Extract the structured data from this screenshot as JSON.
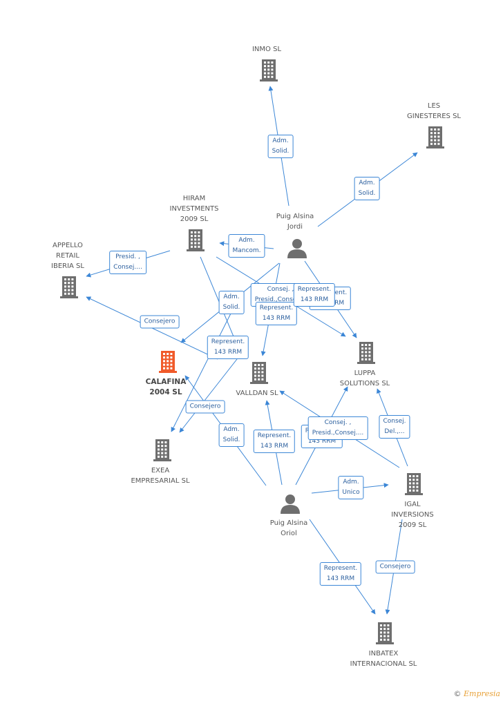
{
  "colors": {
    "edge": "#3b86d6",
    "building": "#6e6e6e",
    "building_main": "#f05a2a",
    "person": "#6e6e6e"
  },
  "nodes": [
    {
      "id": "inmo",
      "type": "company",
      "icon": "building-icon",
      "lines": [
        "INMO SL"
      ]
    },
    {
      "id": "ginesteres",
      "type": "company",
      "icon": "building-icon",
      "lines": [
        "LES",
        "GINESTERES SL"
      ]
    },
    {
      "id": "hiram",
      "type": "company",
      "icon": "building-icon",
      "lines": [
        "HIRAM",
        "INVESTMENTS",
        "2009 SL"
      ]
    },
    {
      "id": "appello",
      "type": "company",
      "icon": "building-icon",
      "lines": [
        "APPELLO",
        "RETAIL",
        "IBERIA SL"
      ]
    },
    {
      "id": "calafina",
      "type": "company-main",
      "icon": "building-icon",
      "lines": [
        "CALAFINA",
        "2004 SL"
      ]
    },
    {
      "id": "valldan",
      "type": "company",
      "icon": "building-icon",
      "lines": [
        "VALLDAN SL"
      ]
    },
    {
      "id": "luppa",
      "type": "company",
      "icon": "building-icon",
      "lines": [
        "LUPPA",
        "SOLUTIONS SL"
      ]
    },
    {
      "id": "exea",
      "type": "company",
      "icon": "building-icon",
      "lines": [
        "EXEA",
        "EMPRESARIAL SL"
      ]
    },
    {
      "id": "igal",
      "type": "company",
      "icon": "building-icon",
      "lines": [
        "IGAL",
        "INVERSIONS",
        "2009 SL"
      ]
    },
    {
      "id": "inbatex",
      "type": "company",
      "icon": "building-icon",
      "lines": [
        "INBATEX",
        "INTERNACIONAL SL"
      ]
    },
    {
      "id": "jordi",
      "type": "person",
      "icon": "person-icon",
      "lines": [
        "Puig Alsina",
        "Jordi"
      ]
    },
    {
      "id": "oriol",
      "type": "person",
      "icon": "person-icon",
      "lines": [
        "Puig Alsina",
        "Oriol"
      ]
    }
  ],
  "edges": [
    {
      "from": "jordi",
      "to": "inmo",
      "label": [
        "Adm.",
        "Solid."
      ]
    },
    {
      "from": "jordi",
      "to": "ginesteres",
      "label": [
        "Adm.",
        "Solid."
      ]
    },
    {
      "from": "jordi",
      "to": "hiram",
      "label": [
        "Adm.",
        "Mancom."
      ]
    },
    {
      "from": "hiram",
      "to": "appello",
      "label": [
        "Presid. ,",
        "Consej...."
      ]
    },
    {
      "from": "hiram",
      "to": "valldan",
      "label": [
        "Consej. ,",
        "Presid.,Consej...."
      ]
    },
    {
      "from": "hiram",
      "to": "luppa",
      "label": [
        "Represent.",
        "143 RRM"
      ]
    },
    {
      "from": "jordi",
      "to": "appello",
      "label": [
        "Consejero"
      ]
    },
    {
      "from": "jordi",
      "to": "calafina",
      "label": [
        "Adm.",
        "Solid."
      ]
    },
    {
      "from": "jordi",
      "to": "valldan",
      "label": [
        "Represent.",
        "143 RRM"
      ]
    },
    {
      "from": "jordi",
      "to": "luppa",
      "label": [
        "Represent.",
        "143 RRM"
      ]
    },
    {
      "from": "jordi",
      "to": "exea",
      "label": [
        "Represent.",
        "143 RRM"
      ]
    },
    {
      "from": "oriol",
      "to": "calafina",
      "label": [
        "Consejero"
      ]
    },
    {
      "from": "oriol",
      "to": "exea",
      "label": [
        "Adm.",
        "Solid."
      ]
    },
    {
      "from": "oriol",
      "to": "valldan",
      "label": [
        "Represent.",
        "143 RRM"
      ]
    },
    {
      "from": "oriol",
      "to": "luppa",
      "label": [
        "Represent.",
        "143 RRM"
      ]
    },
    {
      "from": "igal",
      "to": "valldan",
      "label": [
        "Consej. ,",
        "Presid.,Consej...."
      ]
    },
    {
      "from": "igal",
      "to": "luppa",
      "label": [
        "Consej.",
        "Del.,..."
      ]
    },
    {
      "from": "oriol",
      "to": "igal",
      "label": [
        "Adm.",
        "Unico"
      ]
    },
    {
      "from": "oriol",
      "to": "inbatex",
      "label": [
        "Represent.",
        "143 RRM"
      ]
    },
    {
      "from": "igal",
      "to": "inbatex",
      "label": [
        "Consejero"
      ]
    }
  ],
  "footer": {
    "copyright": "©",
    "brand": "Empresia"
  }
}
